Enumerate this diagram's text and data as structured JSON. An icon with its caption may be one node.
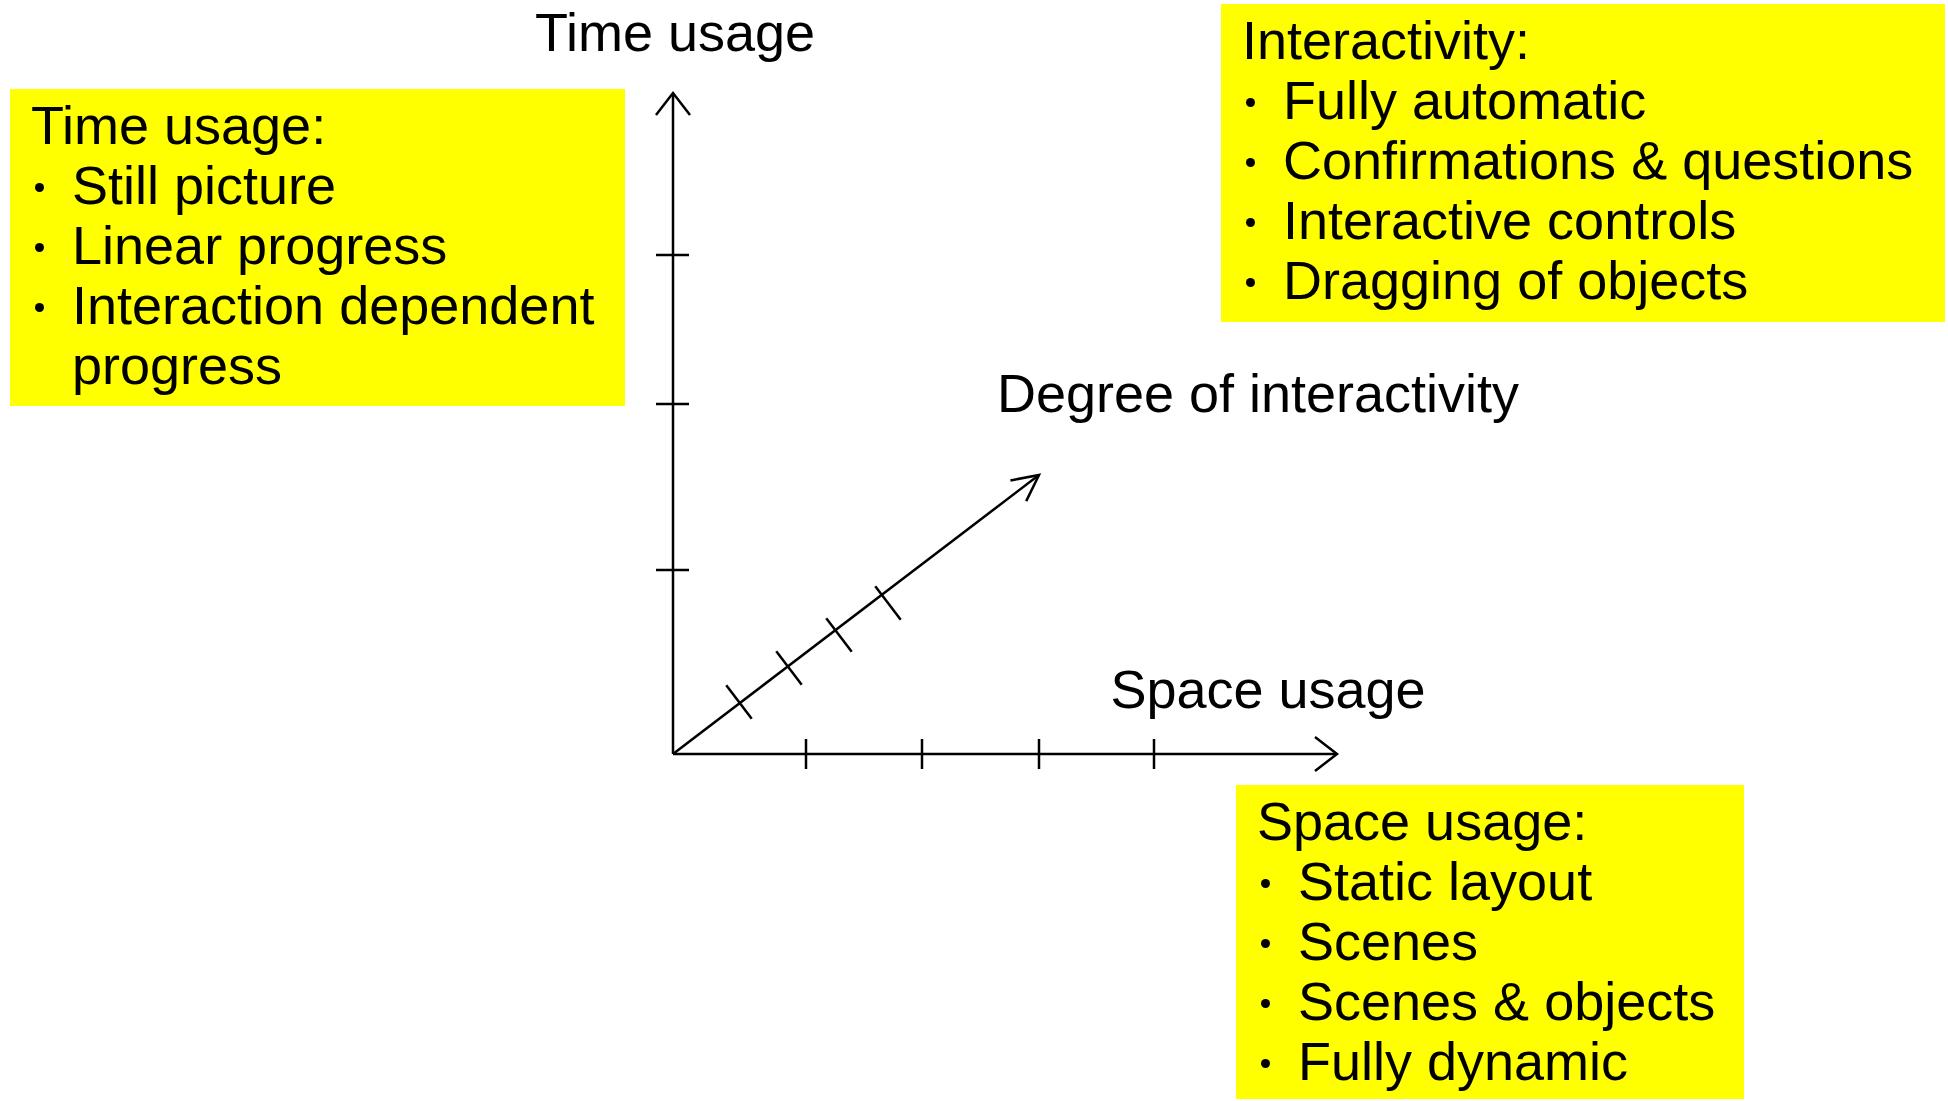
{
  "diagram": {
    "nodes": [
      {
        "text": [
          "Time usage:",
          "Still picture",
          "Linear progress",
          "Interaction dependent progress"
        ]
      },
      {
        "text": [
          "Interactivity:",
          "Fully automatic",
          "Confirmations & questions",
          "Interactive controls",
          "Dragging of objects"
        ]
      },
      {
        "text": [
          "Space usage:",
          "Static layout",
          "Scenes",
          "Scenes & objects",
          "Fully dynamic"
        ]
      }
    ],
    "labels": [
      "Time usage",
      "Degree of interactivity",
      "Space usage"
    ]
  }
}
